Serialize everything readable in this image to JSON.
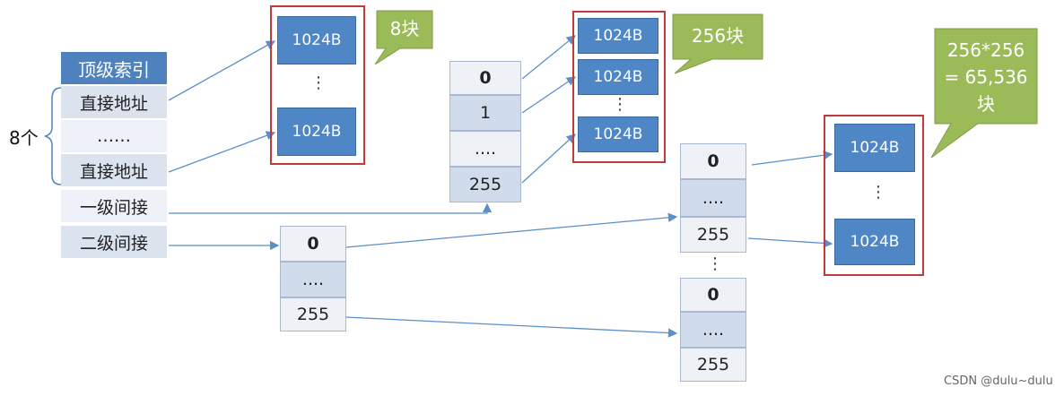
{
  "index_header": "顶级索引",
  "index_rows": [
    "直接地址",
    "……",
    "直接地址",
    "一级间接",
    "二级间接"
  ],
  "count_label": "8个",
  "data_block_label": "1024B",
  "callouts": {
    "direct": "8块",
    "single": "256块",
    "double_line1": "256*256",
    "double_line2": "= 65,536",
    "double_line3": "块"
  },
  "pointer_block_single": [
    "0",
    "1",
    "....",
    "255"
  ],
  "pointer_block_top": [
    "0",
    "....",
    "255"
  ],
  "pointer_block_second_a": [
    "0",
    "....",
    "255"
  ],
  "pointer_block_second_b": [
    "0",
    "....",
    "255"
  ],
  "vdots": "⋮",
  "watermark": "CSDN @dulu~dulu",
  "colors": {
    "header_blue": "#4f81bd",
    "data_block_blue": "#4f86c6",
    "highlight_red": "#c0393b",
    "callout_green": "#9bbb59",
    "arrow_blue": "#5b8fc9"
  }
}
